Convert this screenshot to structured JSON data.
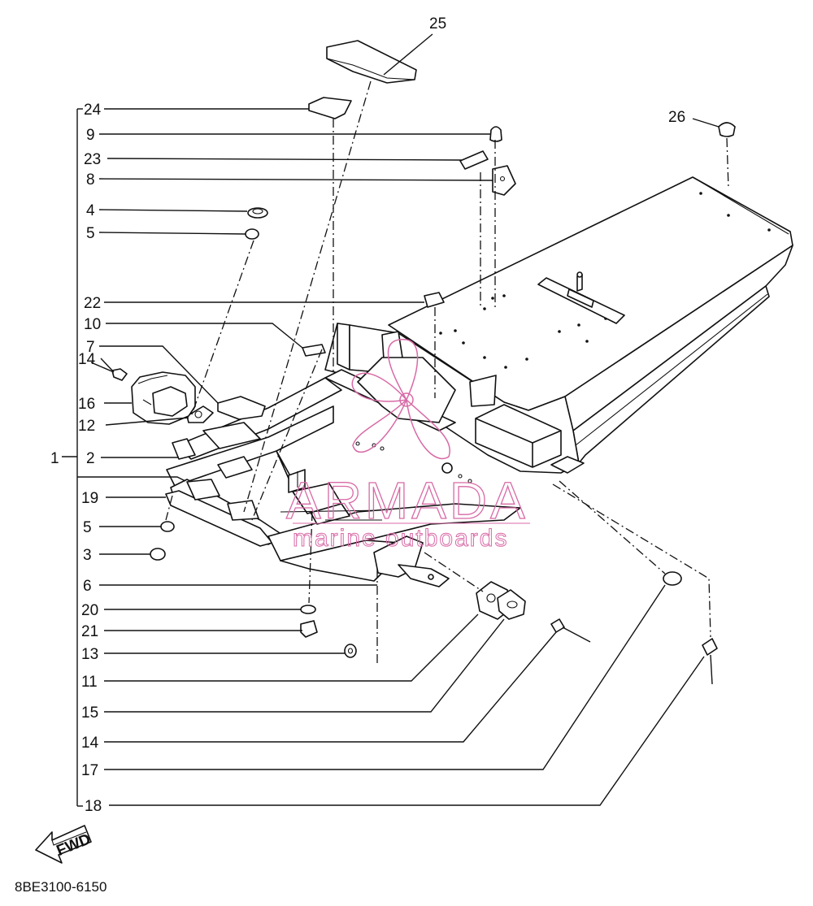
{
  "callouts": {
    "c1": "1",
    "c2": "2",
    "c3": "3",
    "c4": "4",
    "c5a": "5",
    "c5b": "5",
    "c6": "6",
    "c7": "7",
    "c8": "8",
    "c9": "9",
    "c10": "10",
    "c11": "11",
    "c12": "12",
    "c13": "13",
    "c14a": "14",
    "c14b": "14",
    "c15": "15",
    "c16": "16",
    "c17": "17",
    "c18": "18",
    "c19": "19",
    "c20": "20",
    "c21": "21",
    "c22": "22",
    "c23": "23",
    "c24": "24",
    "c25": "25",
    "c26": "26"
  },
  "fwd_arrow": "FWD",
  "diagram_code": "8BE3100-6150",
  "watermark": {
    "brand": "ARMADA",
    "tagline": "marine outboards",
    "color": "#d86aa6"
  }
}
